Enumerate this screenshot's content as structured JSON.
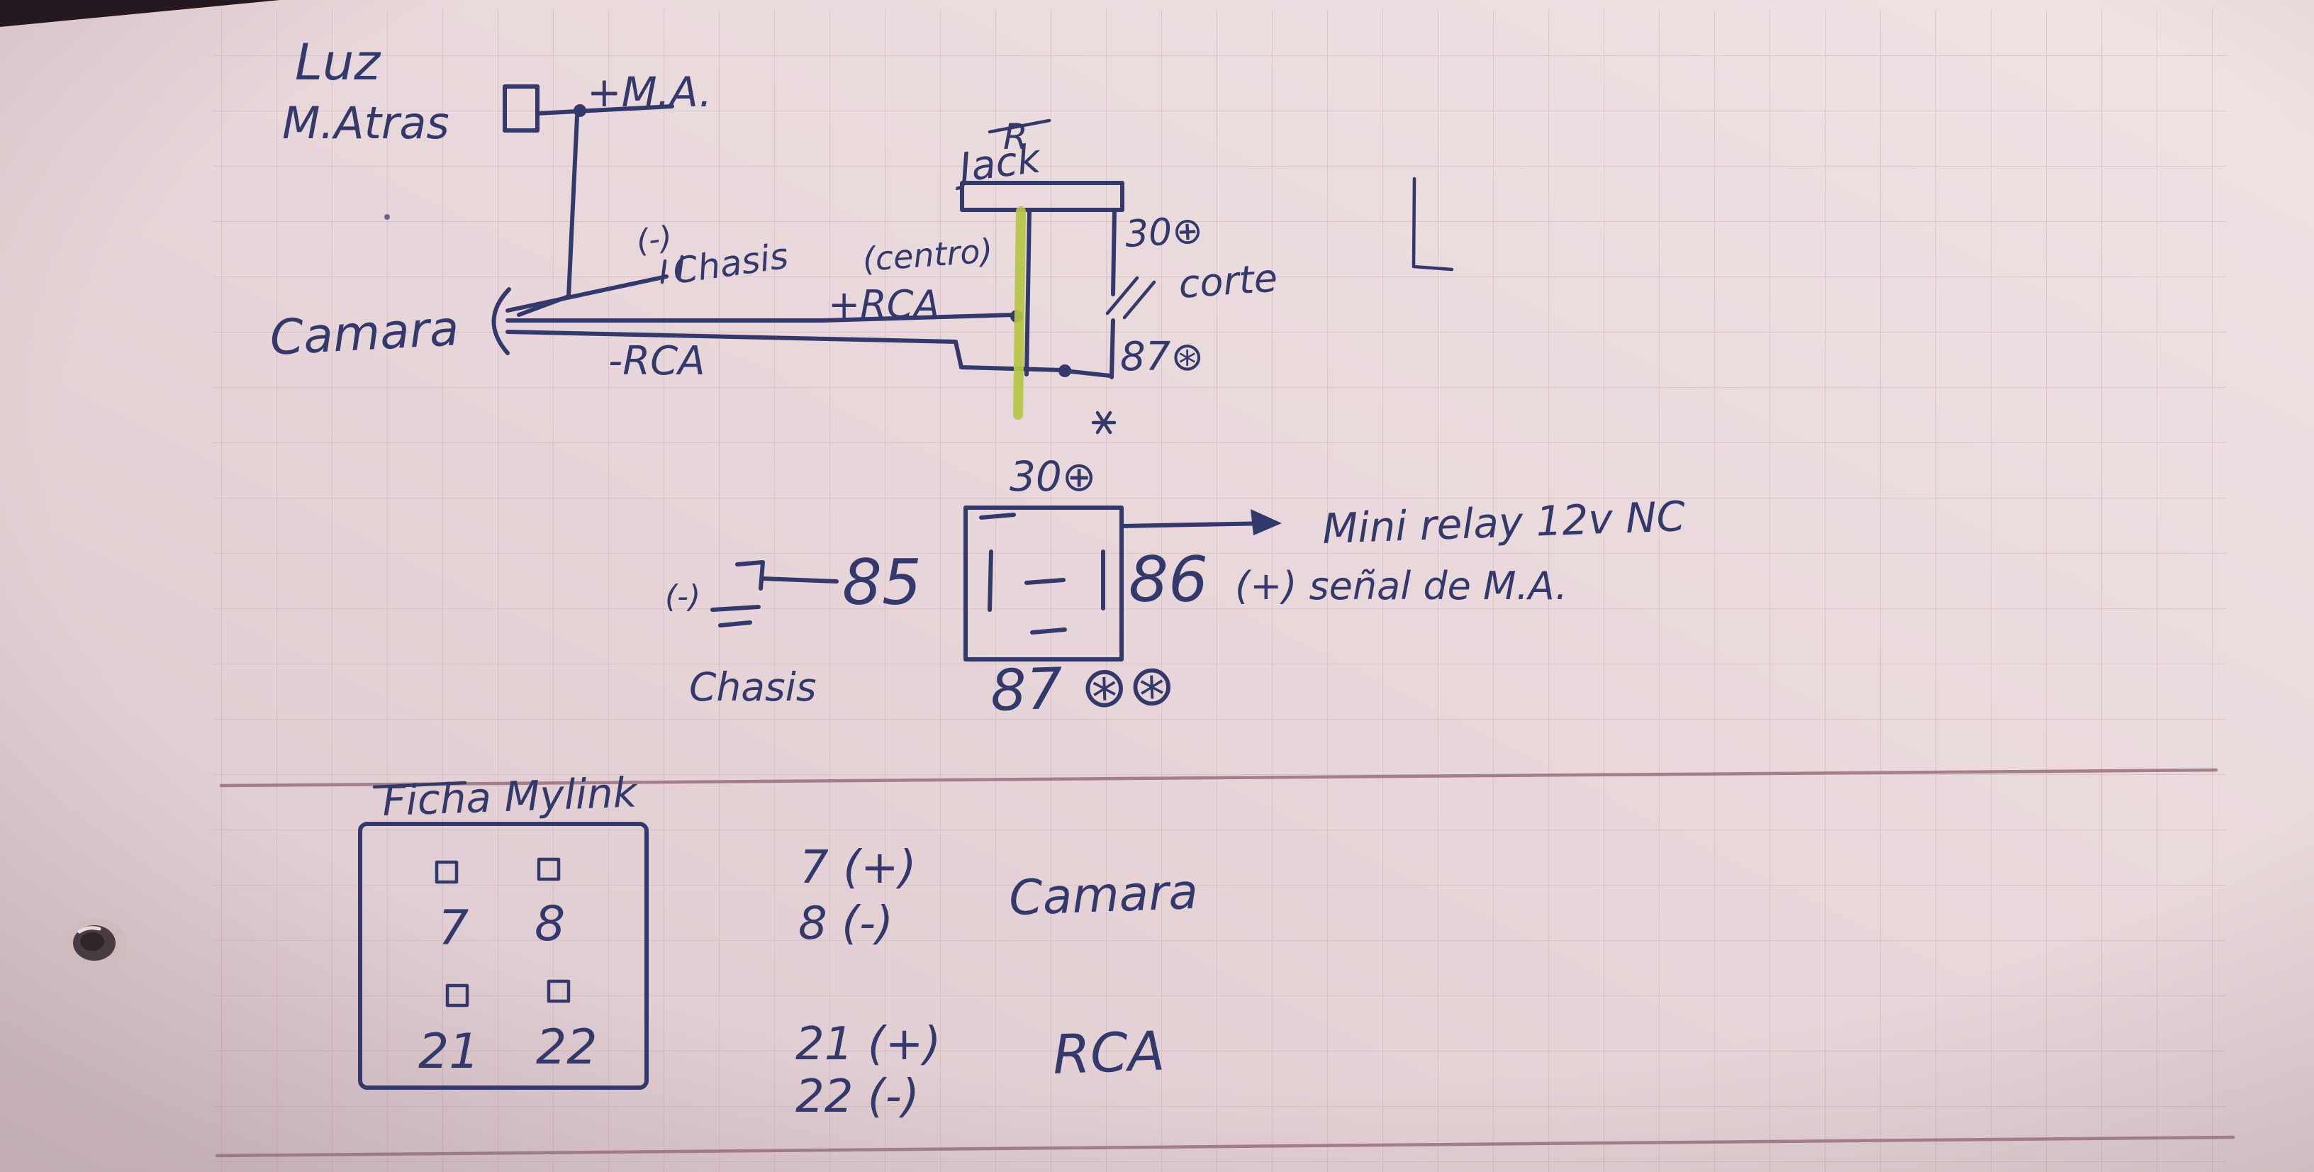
{
  "colors": {
    "paper": "#e8d8da",
    "grid": "#cba4af",
    "ink": "#333a6b",
    "highlight": "#b6c544",
    "rule": "#96707e"
  },
  "top": {
    "luz_line1": "Luz",
    "luz_line2": "M.Atras",
    "plus_ma": "+M.A.",
    "camara": "Camara",
    "chasis_neg": "(-)",
    "chasis": "Chasis",
    "centro": "(centro)",
    "plus_rca": "+RCA",
    "minus_rca": "-RCA",
    "jack_r": "R",
    "jack": "Jack",
    "n30": "30⊕",
    "corte": "corte",
    "n87": "87⊛"
  },
  "relay": {
    "n30": "30⊕",
    "n85": "85",
    "n86": "86",
    "n87": "87 ⊛⊛",
    "name": "Mini relay 12v NC",
    "signal": "(+) señal de M.A.",
    "gnd_neg": "(-)",
    "gnd_chasis": "Chasis"
  },
  "connector": {
    "title": "Ficha Mylink",
    "pin7": "7",
    "pin8": "8",
    "pin21": "21",
    "pin22": "22",
    "row7": "7  (+)",
    "row8": "8  (-)",
    "camara": "Camara",
    "row21": "21 (+)",
    "row22": "22 (-)",
    "rca": "RCA"
  }
}
